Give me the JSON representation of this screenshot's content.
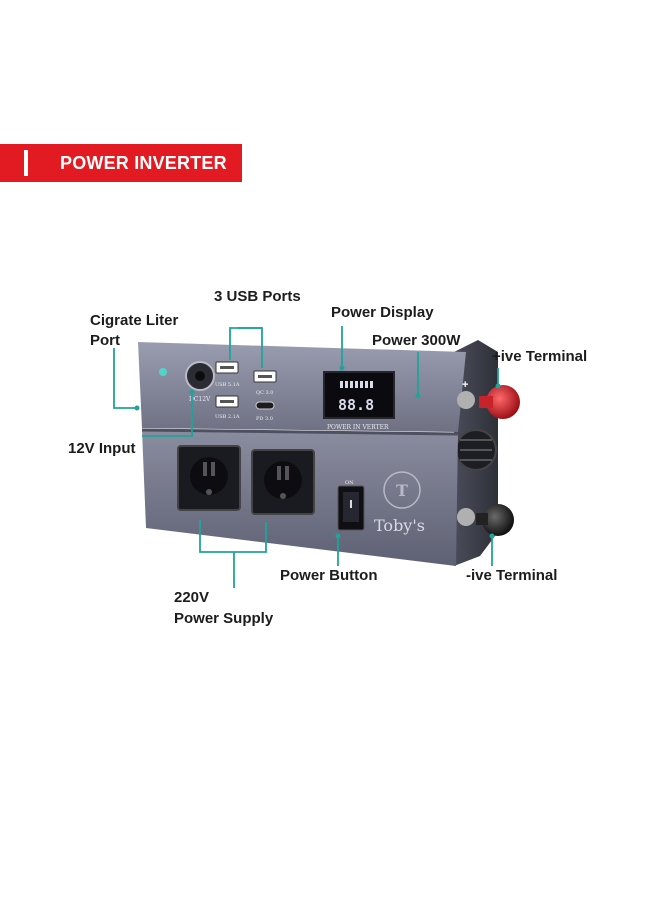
{
  "banner": {
    "title": "POWER INVERTER"
  },
  "labels": {
    "usb_ports": "3 USB Ports",
    "lighter_port": "Cigrate Liter\nPort",
    "power_display": "Power Display",
    "power_rating": "Power 300W",
    "positive_terminal": "+ive Terminal",
    "input_12v": "12V Input",
    "supply_220v": "220V\nPower Supply",
    "power_button": "Power Button",
    "negative_terminal": "-ive Terminal"
  },
  "device": {
    "brand": "Toby's",
    "panel_text": "POWER IN VERTER",
    "dc_label": "DC12V",
    "usb_a1": "USB 5.1A",
    "usb_a2": "USB 2.1A",
    "qc": "QC 3.0",
    "pd": "PD 3.0",
    "display_readout": "88.8",
    "switch_label": "ON",
    "terminal_plus": "+",
    "terminal_minus": "-"
  },
  "colors": {
    "banner": "#e21b22",
    "callout": "#1fa39c",
    "body": "#7e8196",
    "terminal_red": "#c8232b"
  }
}
